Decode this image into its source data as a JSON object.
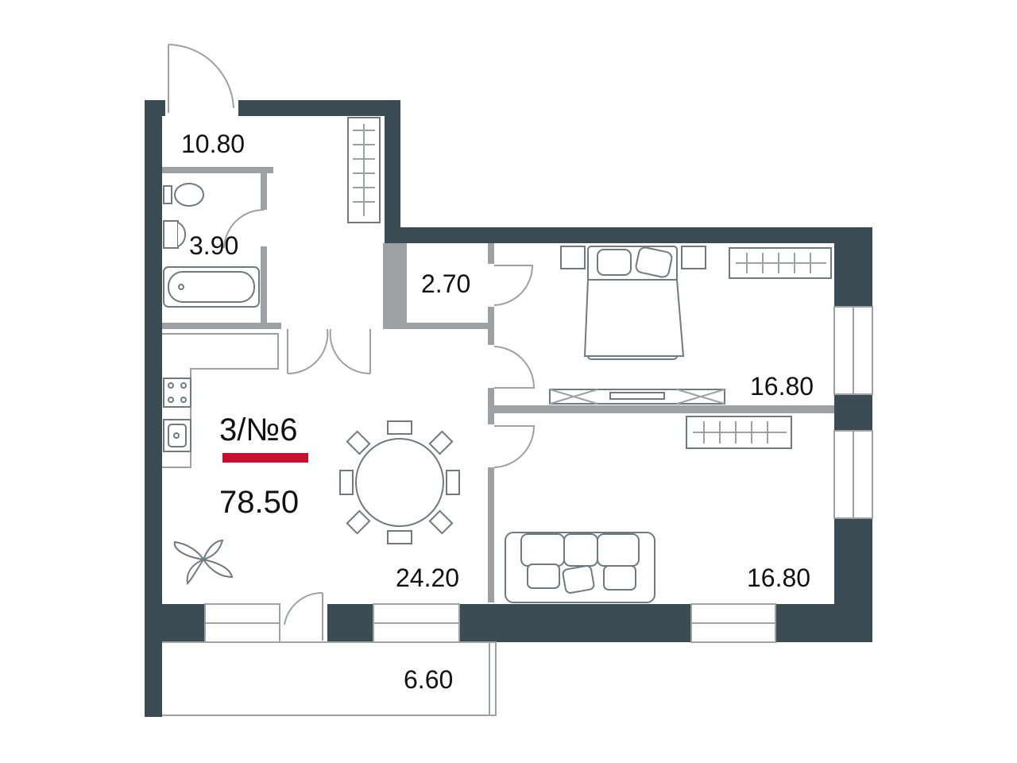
{
  "apartment": {
    "number": "3/№6",
    "total_area": "78.50",
    "accent_color": "#c8102e",
    "wall_color": "#3b4b53",
    "partition_color": "#9ea1a3"
  },
  "rooms": {
    "hall": "10.80",
    "bathroom": "3.90",
    "storage": "2.70",
    "bedroom": "16.80",
    "living": "24.20",
    "bedroom2": "16.80",
    "balcony": "6.60"
  }
}
